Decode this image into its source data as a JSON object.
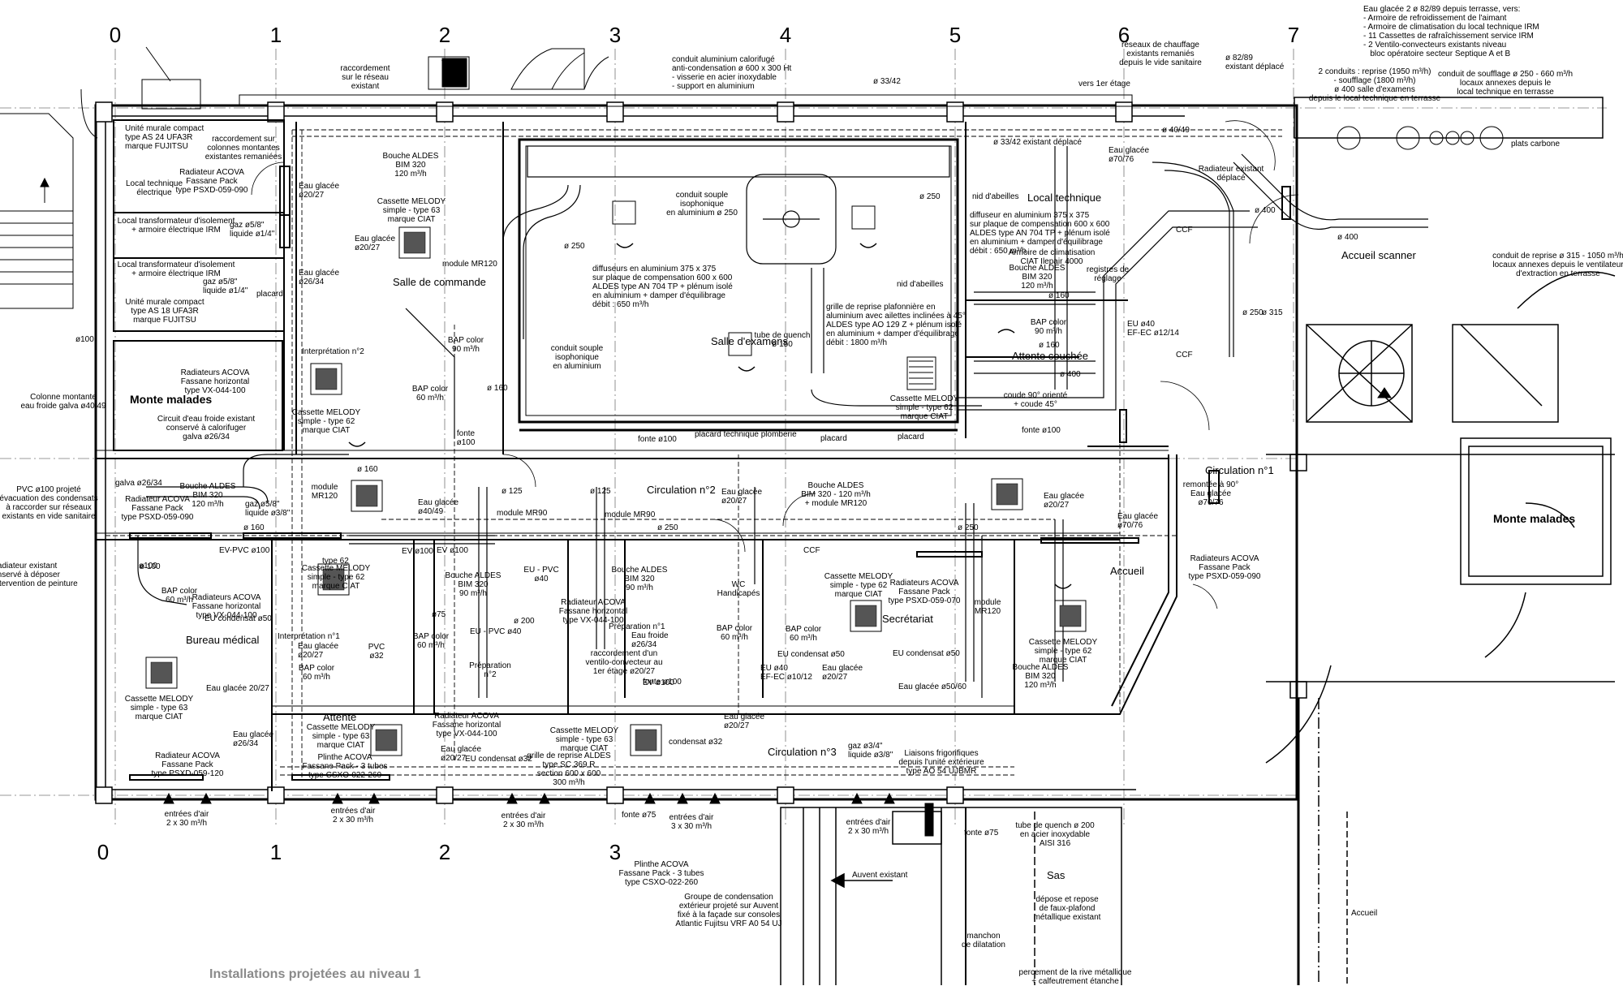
{
  "title": "Installations projetées au niveau 1",
  "axes_top": [
    "0",
    "1",
    "2",
    "3",
    "4",
    "5",
    "6",
    "7"
  ],
  "axes_bottom": [
    "0",
    "1",
    "2",
    "3"
  ],
  "rooms": {
    "monte_malades_left": "Monte malades",
    "monte_malades_right": "Monte malades",
    "salle_commande": "Salle de commande",
    "salle_examens": "Salle d'examens",
    "local_technique": "Local technique",
    "attente_couchee": "Attente couchée",
    "accueil_scanner": "Accueil scanner",
    "circulation1": "Circulation n°1",
    "circulation2": "Circulation n°2",
    "circulation3": "Circulation n°3",
    "bureau_medical": "Bureau médical",
    "interpretation1": "Interprétation n°1",
    "interpretation2": "Interprétation n°2",
    "preparation1": "Préparation n°1",
    "preparation2": "Préparation\nn°2",
    "wc": "WC\nHandicapés",
    "secretariat": "Secrétariat",
    "accueil": "Accueil",
    "attente": "Attente",
    "sas": "Sas",
    "accueil_bottom": "Accueil",
    "local_tech_elec": "Local technique\nélectrique",
    "local_transfo_1": "Local transformateur d'isolement\n+ armoire électrique IRM",
    "local_transfo_2": "Local transformateur d'isolement\n+ armoire électrique IRM"
  },
  "notes": {
    "raccordement": "raccordement\nsur le réseau\nexistant",
    "conduit_alu": "conduit aluminium calorifugé\nanti-condensation ø 600 x 300 Ht\n- visserie en acier inoxydable\n- support en aluminium",
    "reseaux_chauffage": "réseaux de chauffage\nexistants remaniés\ndepuis le vide sanitaire",
    "d8289": "ø 82/89\nexistant déplacé",
    "eau_glacee_top": "Eau glacée 2 ø 82/89 depuis terrasse, vers:\n- Armoire de refroidissement de l'aimant\n- Armoire de climatisation du local technique IRM\n- 11 Cassettes de rafraîchissement service IRM\n- 2 Ventilo-convecteurs existants niveau\n   bloc opératoire secteur Septique A et B",
    "deux_conduits": "2 conduits : reprise (1950 m³/h)\n- soufflage (1800 m³/h)\nø 400 salle d'examens\ndepuis le local technique en terrasse",
    "conduit_soufflage": "conduit de soufflage ø 250 - 660 m³/h\nlocaux annexes depuis le\nlocal technique en terrasse",
    "plats_carbone": "plats carbone",
    "conduit_reprise": "conduit de reprise ø 315 - 1050 m³/h\nlocaux annexes depuis le ventilateur\nd'extraction en terrasse",
    "vers_1er": "vers 1er étage",
    "d3342": "ø 33/42",
    "d3342_dep": "ø 33/42 existant déplacé",
    "d4049": "ø 40/49",
    "eau_glacee_7076": "Eau glacée\nø70/76",
    "radiateur_dep": "Radiateur existant\ndéplacé",
    "d250a": "ø 250",
    "d250b": "ø 250",
    "d400a": "ø 400",
    "d400b": "ø 400",
    "d400c": "ø 400",
    "d160a": "ø 160",
    "d160b": "ø 160",
    "d160c": "ø 160",
    "d160d": "ø 160",
    "d250c": "ø 250",
    "d250d": "ø 250",
    "conduit_souple1": "conduit souple\nisophonique\nen aluminium ø 250",
    "conduit_souple2": "conduit souple\nisophonique\nen aluminium",
    "diffuseurs1": "diffuseurs en aluminium 375 x 375\nsur plaque de compensation 600 x 600\nALDES type AN 704 TP + plénum isolé\nen aluminium + damper d'équilibrage\ndébit : 650 m³/h",
    "diffuseur2": "diffuseur en aluminium 375 x 375\nsur plaque de compensation 600 x 600\nALDES type AN 704 TP + plénum isolé\nen aluminium + damper d'équilibrage\ndébit : 650 m³/h",
    "grille_reprise": "grille de reprise plafonnière en\naluminium avec ailettes inclinées à 45°\nALDES type AO 129 Z + plénum isolé\nen aluminium + damper d'équilibrage\ndébit : 1800 m³/h",
    "tube_quench": "tube de quench\nø 150",
    "nid_abeilles1": "nid d'abeilles",
    "nid_abeilles2": "nid d'abeilles",
    "armoire_clim": "Armoire de climatisation\nCIAT Ilepair 4000",
    "registres": "registres de\nréglage",
    "bouche_aldes_320a": "Bouche ALDES\nBIM 320\n120 m³/h",
    "bouche_aldes_320b": "Bouche ALDES\nBIM 320\n120 m³/h",
    "bouche_aldes_320c": "Bouche ALDES\nBIM 320\n120 m³/h",
    "bouche_aldes_320d": "Bouche ALDES\nBIM 320\n90 m³/h",
    "bouche_aldes_320e": "Bouche ALDES\nBIM 320\n90 m³/h",
    "bouche_aldes_320f": "Bouche ALDES\nBIM 320\n120 m³/h",
    "bouche_aldes_320g": "Bouche ALDES\nBIM 320 - 120 m³/h\n+ module MR120",
    "bap_color_90a": "BAP color\n90 m³/h",
    "bap_color_90b": "BAP color\n90 m³/h",
    "bap_color_60a": "BAP color\n60 m³/h",
    "bap_color_60b": "BAP color\n60 m³/h",
    "bap_color_60c": "BAP color\n60 m³/h",
    "bap_color_60d": "BAP color\n60 m³/h",
    "bap_color_60e": "BAP color\n60 m³/h",
    "bap_color_60f": "BAP color\n60 m³/h",
    "unite_murale1": "Unité murale compact\ntype AS 24 UFA3R\nmarque FUJITSU",
    "unite_murale2": "Unité murale compact\ntype AS 18 UFA3R\nmarque FUJITSU",
    "raccord_colonnes": "raccordement sur\ncolonnes montantes\nexistantes remaniées",
    "radiateur_acova1": "Radiateur ACOVA\nFassane Pack\ntype PSXD-059-090",
    "radiateur_acova2": "Radiateurs ACOVA\nFassane horizontal\ntype VX-044-100",
    "radiateur_acova3": "Radiateur ACOVA\nFassane Pack\ntype PSXD-059-090",
    "radiateur_acova4": "Radiateurs ACOVA\nFassane horizontal\ntype VX-044-100",
    "radiateur_acova5": "Radiateur ACOVA\nFassane horizontal\ntype VX-044-100",
    "radiateur_acova6": "Radiateur ACOVA\nFassane horizontal\ntype VX-044-100",
    "radiateur_acova7": "Radiateur ACOVA\nFassane Pack\ntype PSXD-059-120",
    "radiateurs_acova8": "Radiateurs ACOVA\nFassane Pack\ntype PSXD-059-070",
    "radiateurs_acova9": "Radiateurs ACOVA\nFassane Pack\ntype PSXD-059-090",
    "cassette1": "Cassette MELODY\nsimple - type 63\nmarque CIAT",
    "cassette2": "Cassette MELODY\nsimple - type 62\nmarque CIAT",
    "cassette3": "Cassette MELODY\nsimple - type 62\nmarque CIAT",
    "cassette4": "Cassette MELODY\nsimple - type 63\nmarque CIAT",
    "cassette5": "Cassette MELODY\nsimple - type 63\nmarque CIAT",
    "cassette6": "Cassette MELODY\nsimple - type 63\nmarque CIAT",
    "cassette7": "Cassette MELODY\nsimple - type 62\nmarque CIAT",
    "cassette8": "Cassette MELODY\nsimple - type 62\nmarque CIAT",
    "cassette9": "Cassette MELODY\nsimple - type 62\nmarque CIAT",
    "eau_glacee_2027a": "Eau glacée\nø20/27",
    "eau_glacee_2027b": "Eau glacée\nø20/27",
    "eau_glacee_2634": "Eau glacée\nø26/34",
    "eau_glacee_4049": "Eau glacée\nø40/49",
    "eau_glacee_2027c": "Eau glacée\nø20/27",
    "eau_glacee_2027d": "Eau glacée 20/27",
    "eau_glacee_2634b": "Eau glacée\nø26/34",
    "eau_glacee_2027e": "Eau glacée\nø20/27",
    "eau_glacee_2027f": "Eau glacée\nø20/27",
    "eau_glacee_2027g": "Eau glacée\nø20/27",
    "eau_glacee_5060": "Eau glacée ø50/60",
    "eau_glacee_7076b": "Eau glacée\nø70/76",
    "eau_glacee_2027h": "Eau glacée\nø20/27",
    "eau_glacee_2027i": "Eau glacée\nø20/27",
    "eau_froide_2634": "Eau froide\nø26/34",
    "gaz58a": "gaz ø5/8\"\nliquide ø1/4\"",
    "gaz58b": "gaz ø5/8\"\nliquide ø1/4\"",
    "gaz38": "gaz ø5/8\"\nliquide ø3/8\"",
    "gaz34": "gaz ø3/4\"\nliquide ø3/8\"",
    "remontee": "remontée à 90°\nEau glacée\nø70/76",
    "colonne_montante": "Colonne montante\neau froide galva ø40/49",
    "circuit_eau_froide": "Circuit d'eau froide existant\nconservé à calorifuger\ngalva ø26/34",
    "pvc_100": "PVC ø100 projeté\névacuation des condensats\nà raccorder sur réseaux\nexistants en vide sanitaire",
    "radiateur_existant": "Radiateur existant\nconservé à déposer\npour l'intervention de peinture",
    "eu_condensat_50a": "EU condensat ø50",
    "eu_condensat_50b": "EU condensat ø50",
    "eu_condensat_50c": "EU condensat ø50",
    "eu_condensat_32": "EU condensat ø32",
    "condensat_32": "condensat ø32",
    "eu_pvc": "EU - PVC\nø40",
    "eu_pvc2": "EU - PVC ø40",
    "raccordement_ventilo": "raccordement d'un\nventilo-convecteur au\n1er étage ø20/27",
    "grille_reprise_sc": "grille de reprise ALDES\ntype SC 369 R\nsection 600 x 600\n300 m³/h",
    "plinthe1": "Plinthe ACOVA\nFassane Pack - 3 tubes\ntype CSXO-022-260",
    "plinthe2": "Plinthe ACOVA\nFassane Pack - 3 tubes\ntype CSXO-022-260",
    "groupe_condensation": "Groupe de condensation\nextérieur projeté sur Auvent\nfixé à la façade sur consoles\nAtlantic Fujitsu VRF A0 54 UJ",
    "liaisons": "Liaisons frigorifiques\ndepuis l'unité extérieure\ntype AO 54 UJBMR",
    "tube_quench2": "tube de quench ø 200\nen acier inoxydable\nAISI 316",
    "depose_repose": "dépose et repose\nde faux-plafond\nmétallique existant",
    "manchon": "manchon\nde dilatation",
    "percement": "percement de la rive métallique\n+ calfeutrement étanche",
    "auvent": "Auvent existant",
    "fonte100a": "fonte ø100",
    "fonte100b": "fonte ø100",
    "fonte100c": "fonte\nø100",
    "fonte100d": "fonte ø100",
    "fonte75a": "fonte ø75",
    "fonte75b": "fonte ø75",
    "placard1": "placard technique plomberie",
    "placard2": "placard",
    "placard3": "placard",
    "placard4": "placard",
    "module_mr120a": "module MR120",
    "module_mr120b": "module\nMR120",
    "module_mr90a": "module MR90",
    "module_mr90b": "module MR90",
    "module_mr120c": "module\nMR120",
    "coude": "coude 90° orienté\n+ coude 45°",
    "eu40": "EU ø40\nEF-EC ø12/14",
    "eu40b": "EU ø40\nEF-EC ø10/12",
    "ev_pvc_100": "EV-PVC ø100",
    "ev100a": "EV ø100",
    "ev100b": "EV ø100",
    "ev100c": "EV ø100",
    "d100": "ø100",
    "d100b": "ø 100",
    "d100c": "ø 100",
    "d100d": "ø 100",
    "d200": "ø 200",
    "d125a": "ø 125",
    "d125b": "ø 125",
    "d160e": "ø 160",
    "d160f": "ø 160",
    "d160g": "ø 160",
    "d250e": "ø 250",
    "d250f": "ø 250",
    "d250g": "ø 250",
    "d315": "ø 315",
    "pvc32": "PVC\nø32",
    "d75": "ø75",
    "d2634": "galva ø26/34",
    "ccf1": "CCF",
    "ccf2": "CCF",
    "ccf3": "CCF",
    "ccf4": "CCF",
    "ccf5": "CCF",
    "type62": "type 62",
    "d1002": "ø100",
    "entrees1": "entrées d'air\n2 x 30 m³/h",
    "entrees2": "entrées d'air\n2 x 30 m³/h",
    "entrees3": "entrées d'air\n2 x 30 m³/h",
    "entrees4": "entrées d'air\n3 x 30 m³/h",
    "entrees5": "entrées d'air\n2 x 30 m³/h",
    "eu_condensat_left": "EU condensat ø50",
    "eu_condensat_32b": "EU condensat ø32"
  },
  "colors": {
    "line": "#000000",
    "title": "#8a8a8a",
    "grey": "#9a9a9a"
  }
}
